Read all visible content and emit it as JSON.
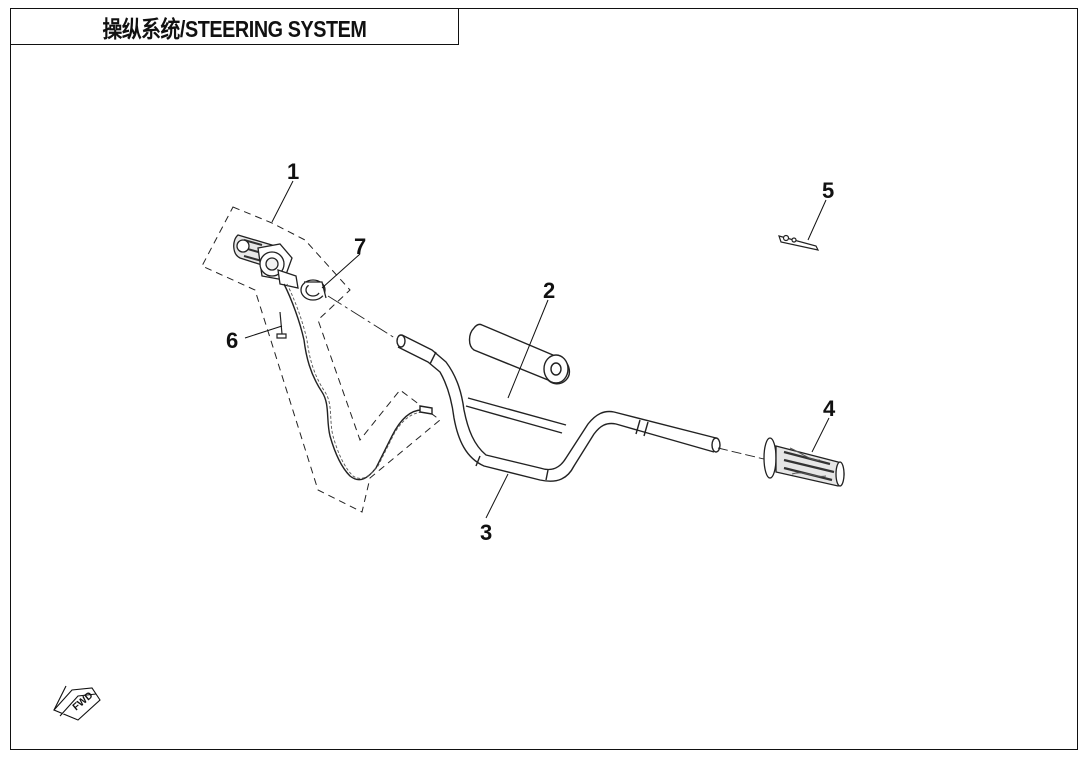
{
  "title": "操纵系统/STEERING SYSTEM",
  "callouts": [
    {
      "number": "1",
      "part": "throttle-assembly"
    },
    {
      "number": "2",
      "part": "handlebar-pad"
    },
    {
      "number": "3",
      "part": "handlebar"
    },
    {
      "number": "4",
      "part": "left-grip"
    },
    {
      "number": "5",
      "part": "bracket"
    },
    {
      "number": "6",
      "part": "screw"
    },
    {
      "number": "7",
      "part": "clamp"
    }
  ],
  "fwd_marker": {
    "label": "FWD",
    "icon": "forward-arrow-icon"
  }
}
